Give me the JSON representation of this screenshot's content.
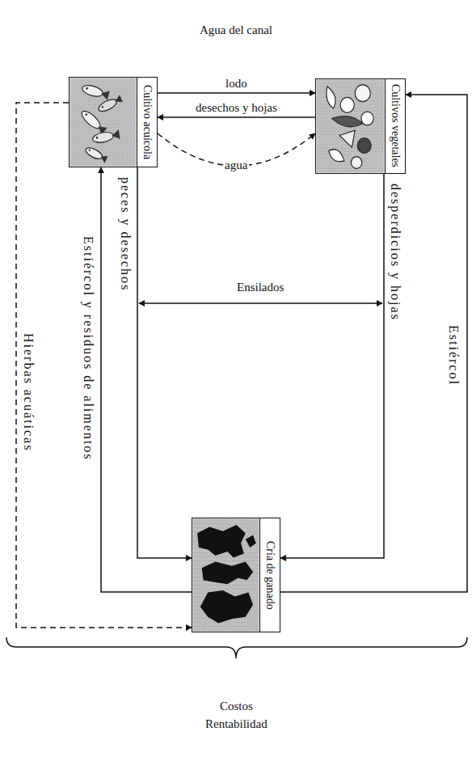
{
  "diagram": {
    "nodes": [
      {
        "text": [
          "Cultivo acuícola"
        ]
      },
      {
        "text": [
          "Cultivos vegetales"
        ]
      },
      {
        "text": [
          "Cría de ganado"
        ]
      }
    ],
    "edges": [
      {
        "from": 0,
        "to": 1,
        "arrow": "to",
        "label": "lodo"
      },
      {
        "from": 1,
        "to": 0,
        "arrow": "to",
        "label": "desechos y hojas"
      },
      {
        "from": 0,
        "to": 1,
        "arrow": "to",
        "label": "agua"
      },
      {
        "from": 0,
        "to": 2,
        "arrow": "to",
        "label": "peces y desechos"
      },
      {
        "from": 1,
        "to": 2,
        "arrow": "to",
        "label": "desperdicios y hojas"
      },
      {
        "from": 2,
        "to": 0,
        "arrow": "to",
        "label": "Estiércol y residuos de alimentos"
      },
      {
        "from": 2,
        "to": 1,
        "arrow": "to",
        "label": "Estiércol"
      },
      {
        "from": 0,
        "to": 2,
        "arrow": "to",
        "label": "Hierbas acuáticas"
      }
    ],
    "labels": [
      "Agua del canal",
      "Ensilados",
      "Costos",
      "Rentabilidad"
    ]
  }
}
